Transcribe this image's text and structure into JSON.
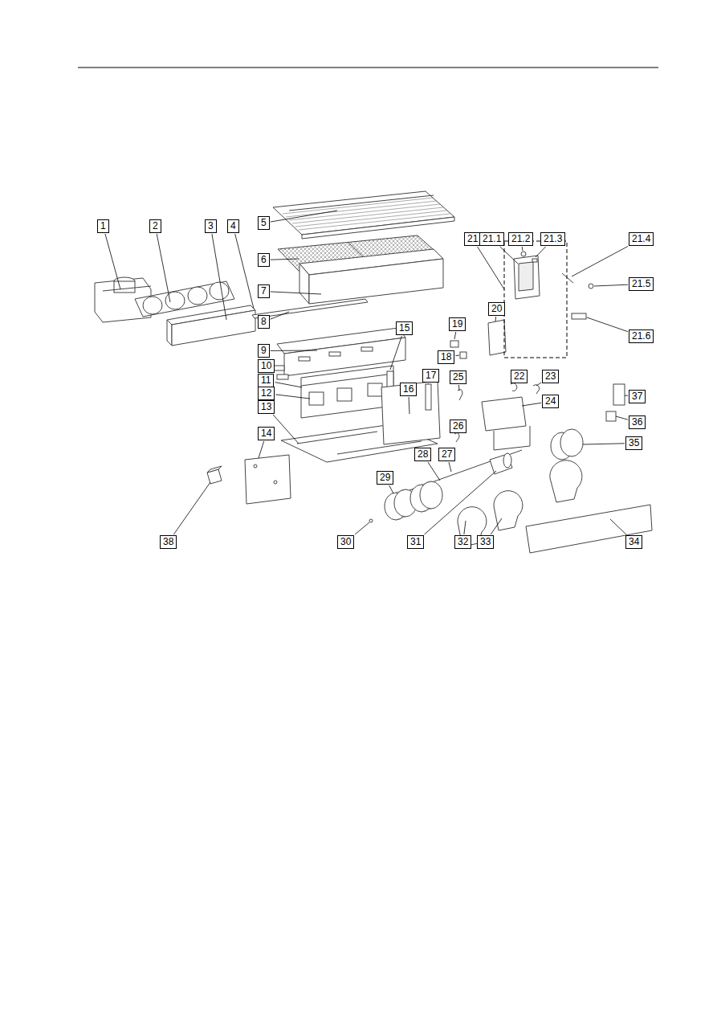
{
  "diagram": {
    "nodes": [
      {
        "text": [
          "1"
        ]
      },
      {
        "text": [
          "2"
        ]
      },
      {
        "text": [
          "3"
        ]
      },
      {
        "text": [
          "4"
        ]
      },
      {
        "text": [
          "5"
        ]
      },
      {
        "text": [
          "21"
        ]
      },
      {
        "text": [
          "21.1"
        ]
      },
      {
        "text": [
          "21.2"
        ]
      },
      {
        "text": [
          "21.3"
        ]
      },
      {
        "text": [
          "21.4"
        ]
      },
      {
        "text": [
          "6"
        ]
      },
      {
        "text": [
          "21.5"
        ]
      },
      {
        "text": [
          "7"
        ]
      },
      {
        "text": [
          "8"
        ]
      },
      {
        "text": [
          "15"
        ]
      },
      {
        "text": [
          "19"
        ]
      },
      {
        "text": [
          "20"
        ]
      },
      {
        "text": [
          "21.6"
        ]
      },
      {
        "text": [
          "9"
        ]
      },
      {
        "text": [
          "18"
        ]
      },
      {
        "text": [
          "10"
        ]
      },
      {
        "text": [
          "17"
        ]
      },
      {
        "text": [
          "22"
        ]
      },
      {
        "text": [
          "23"
        ]
      },
      {
        "text": [
          "25"
        ]
      },
      {
        "text": [
          "11"
        ]
      },
      {
        "text": [
          "37"
        ]
      },
      {
        "text": [
          "12"
        ]
      },
      {
        "text": [
          "16"
        ]
      },
      {
        "text": [
          "24"
        ]
      },
      {
        "text": [
          "13"
        ]
      },
      {
        "text": [
          "36"
        ]
      },
      {
        "text": [
          "26"
        ]
      },
      {
        "text": [
          "14"
        ]
      },
      {
        "text": [
          "35"
        ]
      },
      {
        "text": [
          "28"
        ]
      },
      {
        "text": [
          "27"
        ]
      },
      {
        "text": [
          "29"
        ]
      },
      {
        "text": [
          "38"
        ]
      },
      {
        "text": [
          "30"
        ]
      },
      {
        "text": [
          "31"
        ]
      },
      {
        "text": [
          "32"
        ]
      },
      {
        "text": [
          "33"
        ]
      },
      {
        "text": [
          "34"
        ]
      }
    ]
  }
}
